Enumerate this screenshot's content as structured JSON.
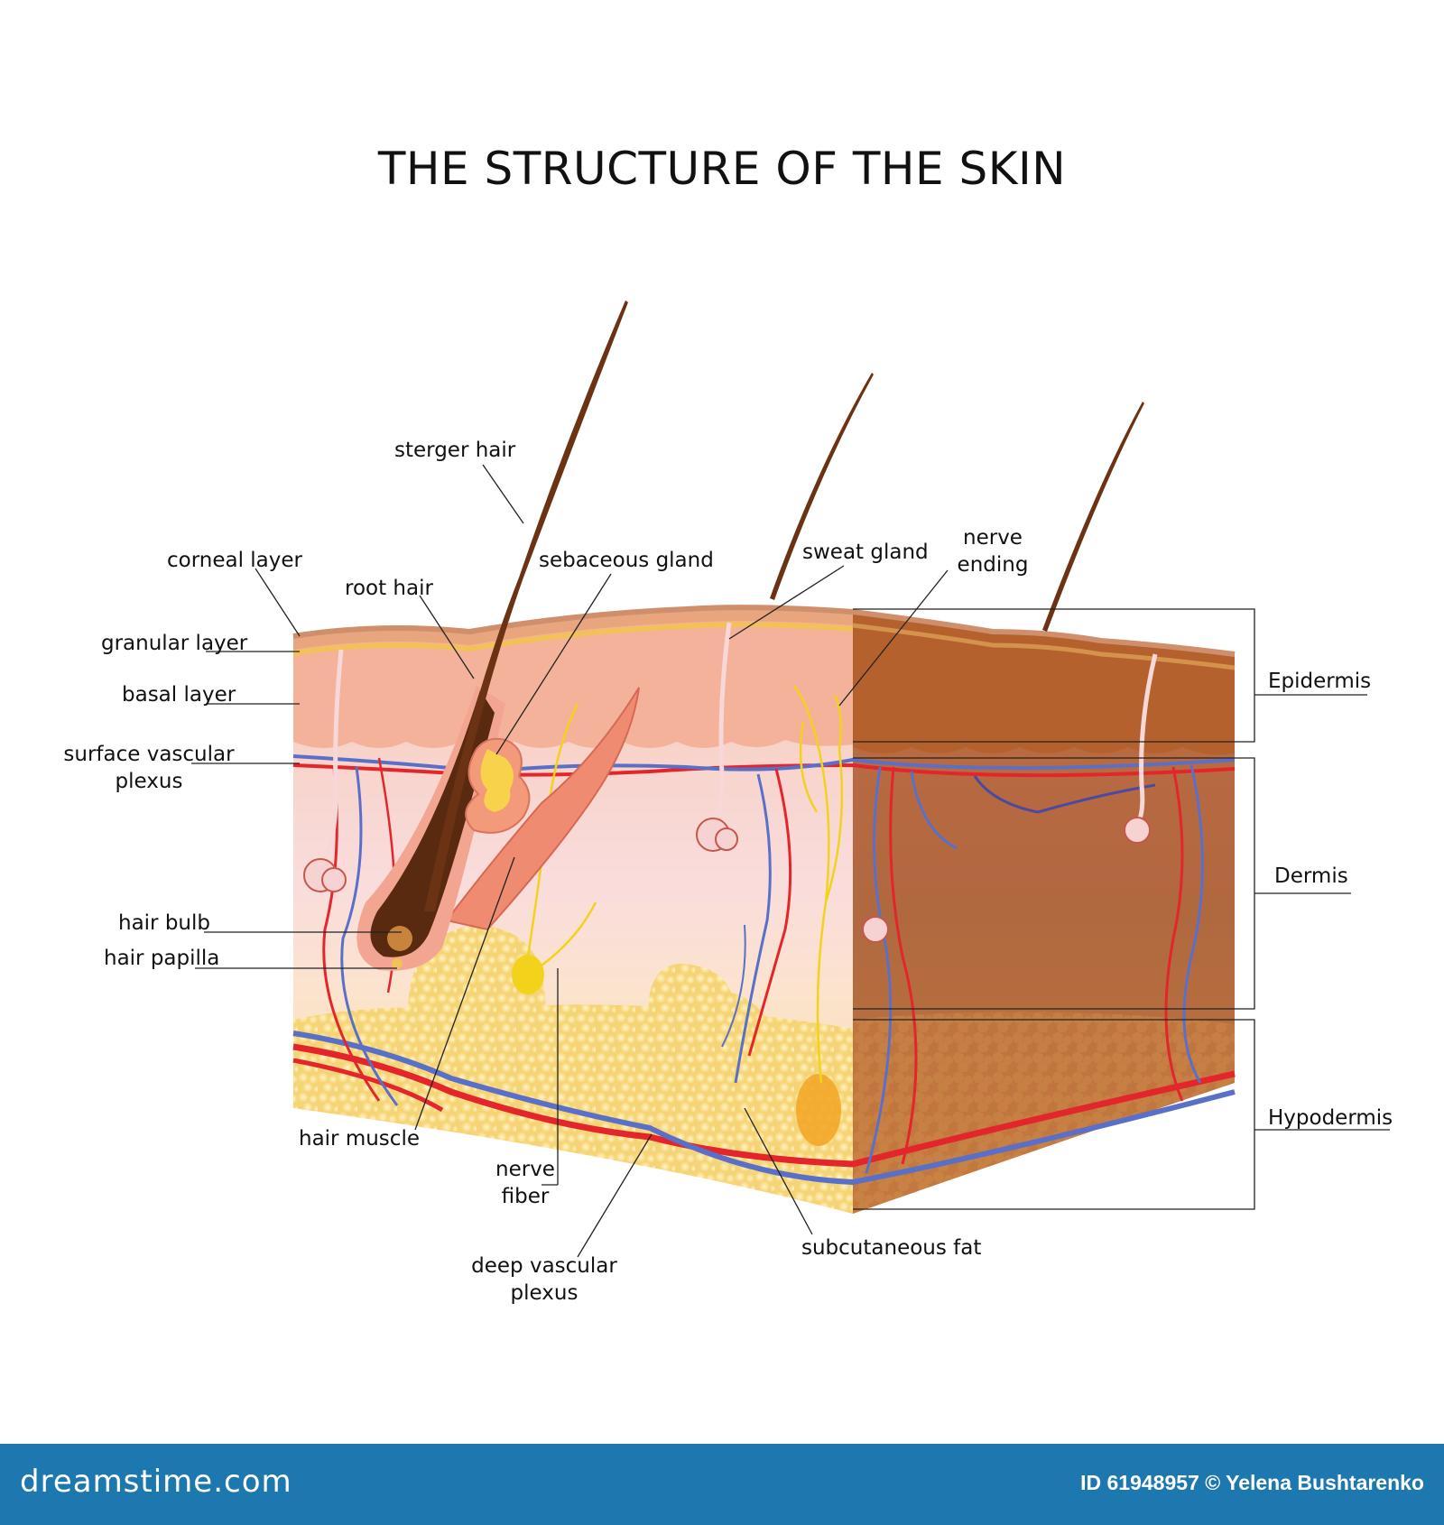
{
  "title": "THE STRUCTURE OF THE SKIN",
  "labels": {
    "sterger_hair": "sterger hair",
    "corneal_layer": "corneal layer",
    "root_hair": "root hair",
    "sebaceous_gland": "sebaceous gland",
    "sweat_gland": "sweat gland",
    "nerve_ending_1": "nerve",
    "nerve_ending_2": "ending",
    "granular_layer": "granular layer",
    "basal_layer": "basal layer",
    "surface_vascular_plexus_1": "surface vascular",
    "surface_vascular_plexus_2": "plexus",
    "hair_bulb": "hair bulb",
    "hair_papilla": "hair papilla",
    "hair_muscle": "hair muscle",
    "nerve_fiber_1": "nerve",
    "nerve_fiber_2": "fiber",
    "deep_vascular_plexus_1": "deep vascular",
    "deep_vascular_plexus_2": "plexus",
    "subcutaneous_fat": "subcutaneous fat",
    "epidermis": "Epidermis",
    "dermis": "Dermis",
    "hypodermis": "Hypodermis"
  },
  "footer": {
    "logo": "dreamstime.com",
    "credit": "ID 61948957 © Yelena Bushtarenko"
  },
  "colors": {
    "footer_bg": "#1e78b0",
    "epidermis_front": "#f4b29a",
    "dermis_front": "#f9dede",
    "hypodermis_front": "#fbe1a3",
    "side_face": "#b8683f",
    "artery": "#e3262b",
    "vein": "#5a70c8",
    "nerve": "#f3d21c",
    "hair": "#6b3314"
  }
}
